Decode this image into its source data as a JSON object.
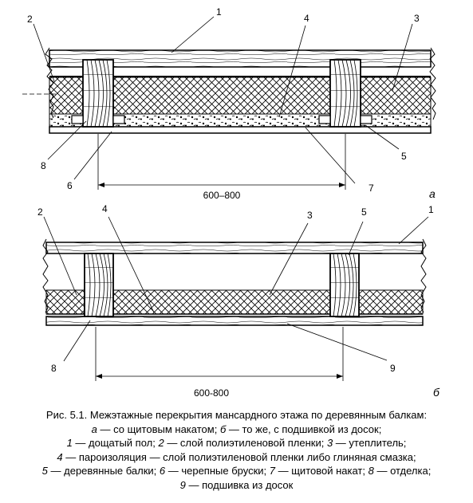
{
  "panel_a": {
    "letter": "а",
    "dimension": "600–800",
    "callouts": {
      "c1": "1",
      "c2": "2",
      "c3": "3",
      "c4": "4",
      "c5": "5",
      "c6": "6",
      "c7": "7",
      "c8": "8"
    }
  },
  "panel_b": {
    "letter": "б",
    "dimension": "600-800",
    "callouts": {
      "c1": "1",
      "c2": "2",
      "c3": "3",
      "c4": "4",
      "c5": "5",
      "c8": "8",
      "c9": "9"
    }
  },
  "caption": {
    "line1": "Рис. 5.1. Межэтажные перекрытия мансардного этажа по деревянным балкам:",
    "line2": {
      "k1": "а",
      "t1": " — со щитовым накатом; ",
      "k2": "б",
      "t2": " — то же, с подшивкой из досок;"
    },
    "line3": {
      "k1": "1",
      "t1": " — дощатый пол; ",
      "k2": "2",
      "t2": " — слой полиэтиленовой пленки; ",
      "k3": "3",
      "t3": " — утеплитель;"
    },
    "line4": {
      "k1": "4",
      "t1": " — пароизоляция — слой полиэтиленовой пленки либо глиняная смазка;"
    },
    "line5": {
      "k1": "5",
      "t1": " — деревянные балки; ",
      "k2": "6",
      "t2": " — черепные бруски; ",
      "k3": "7",
      "t3": " — щитовой накат; ",
      "k4": "8",
      "t4": " — отделка;"
    },
    "line6": {
      "k1": "9",
      "t1": " — подшивка из досок"
    }
  }
}
